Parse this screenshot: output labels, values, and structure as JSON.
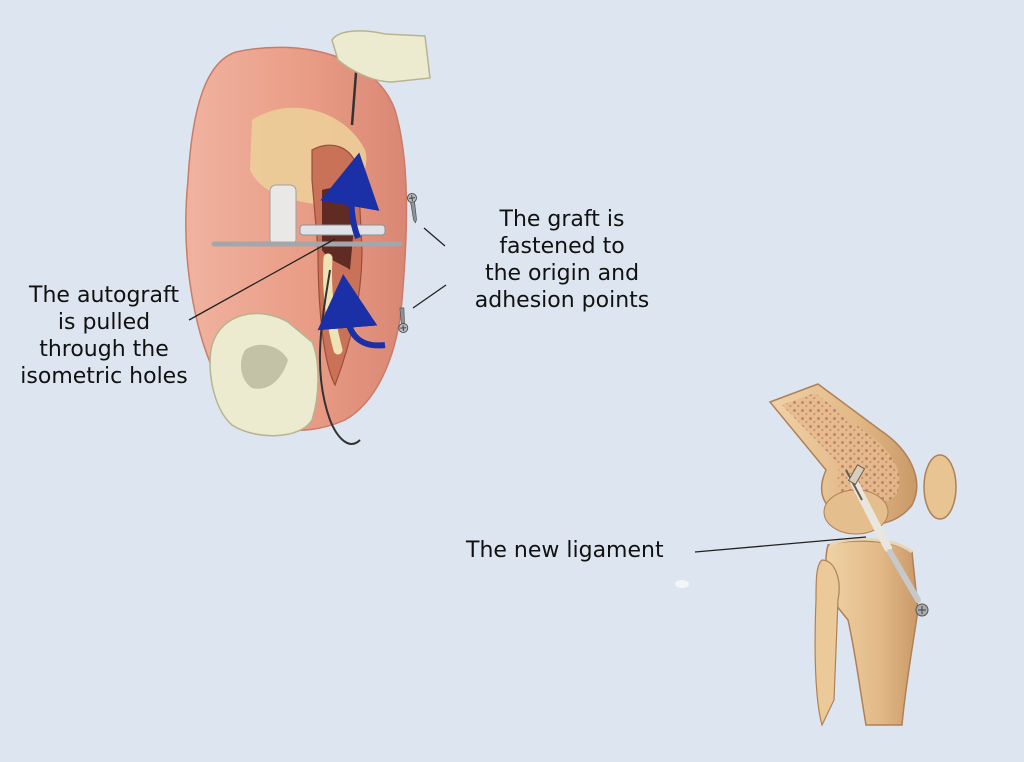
{
  "labels": {
    "autograft": [
      "The autograft",
      "is pulled",
      "through the",
      "isometric holes"
    ],
    "fastened": [
      "The graft is",
      "fastened to",
      "the origin and",
      "adhesion points"
    ],
    "ligament": [
      "The new ligament"
    ]
  },
  "colors": {
    "background": "#dde6f0",
    "skin": "#eaa58f",
    "bone": "#e7c08d",
    "glove": "#ecebd0",
    "arrow": "#1b2fa6"
  }
}
